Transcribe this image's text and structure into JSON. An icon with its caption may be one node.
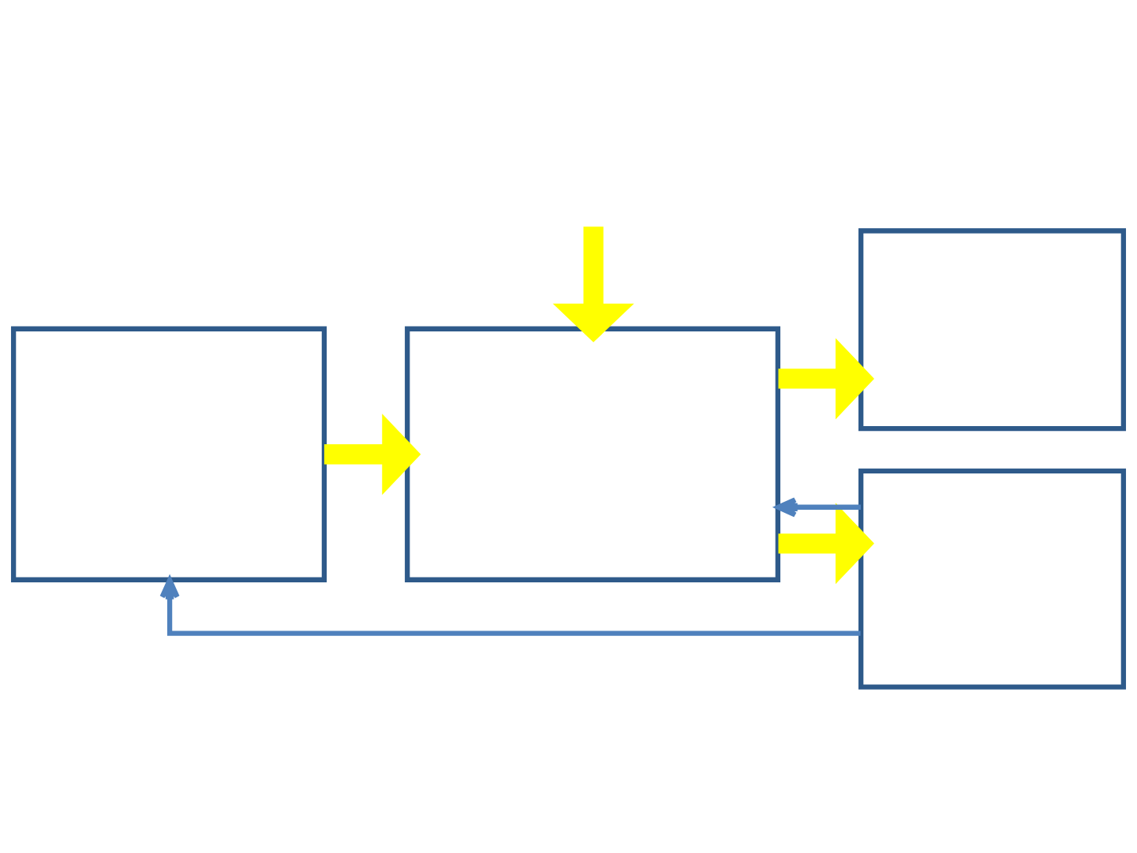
{
  "diagram": {
    "nodes": [
      {
        "text": [],
        "shape": "box"
      },
      {
        "text": [],
        "shape": "box"
      },
      {
        "text": [],
        "shape": "box"
      },
      {
        "text": [],
        "shape": "box"
      }
    ],
    "edges": [
      {
        "from": null,
        "to": 1,
        "arrow": "to"
      },
      {
        "from": 0,
        "to": 1,
        "arrow": "to"
      },
      {
        "from": 1,
        "to": 2,
        "arrow": "to"
      },
      {
        "from": 1,
        "to": 3,
        "arrow": "to"
      },
      {
        "from": 3,
        "to": 0,
        "arrow": "to",
        "color": "#4f81bd"
      },
      {
        "from": 3,
        "to": 1,
        "arrow": "to",
        "color": "#4f81bd"
      }
    ]
  }
}
